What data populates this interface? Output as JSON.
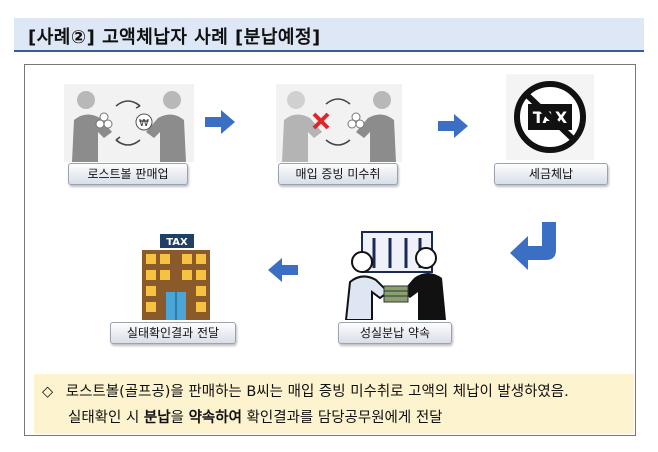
{
  "header": {
    "title": "[사례②] 고액체납자 사례 [분납예정]"
  },
  "steps": [
    {
      "label": "로스트볼 판매업"
    },
    {
      "label": "매입 증빙 미수취"
    },
    {
      "label": "세금체납"
    },
    {
      "label": "성실분납 약속"
    },
    {
      "label": "실태확인결과 전달"
    }
  ],
  "icons": {
    "tax_sign": "TAX",
    "building_sign": "TAX",
    "coin_symbol": "₩"
  },
  "note": {
    "bullet": "◇",
    "line1": "로스트볼(골프공)을 판매하는 B씨는 매입 증빙 미수취로 고액의 체납이 발생하였음.",
    "line2_a": "실태확인 시 ",
    "line2_b": "분납",
    "line2_c": "을 ",
    "line2_d": "약속하여",
    "line2_e": " 확인결과를 담당공무원에게 전달"
  },
  "colors": {
    "header_bg": "#dde7f5",
    "arrow": "#3b6fc4",
    "note_bg": "#fdf3cf"
  }
}
